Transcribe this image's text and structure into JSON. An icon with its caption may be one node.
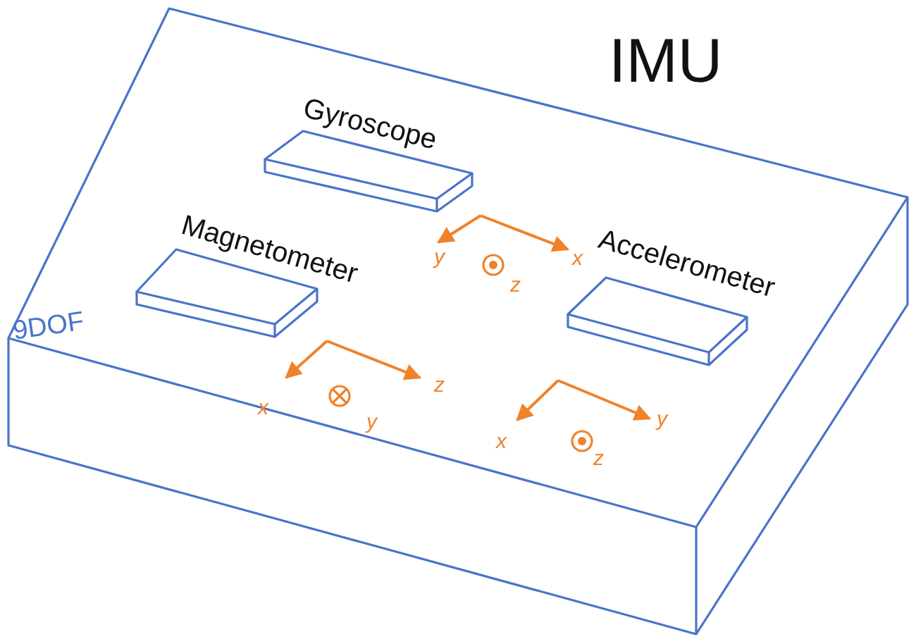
{
  "diagram": {
    "title": "IMU",
    "nodes": [
      {
        "text": [
          "9DOF"
        ]
      },
      {
        "text": [
          "Gyroscope"
        ],
        "in": 0
      },
      {
        "text": [
          "Magnetometer"
        ],
        "in": 0
      },
      {
        "text": [
          "Accelerometer"
        ],
        "in": 0
      }
    ],
    "edges": [],
    "labels": [
      "y",
      "x",
      "z",
      "x",
      "z",
      "y",
      "x",
      "y",
      "z"
    ]
  }
}
